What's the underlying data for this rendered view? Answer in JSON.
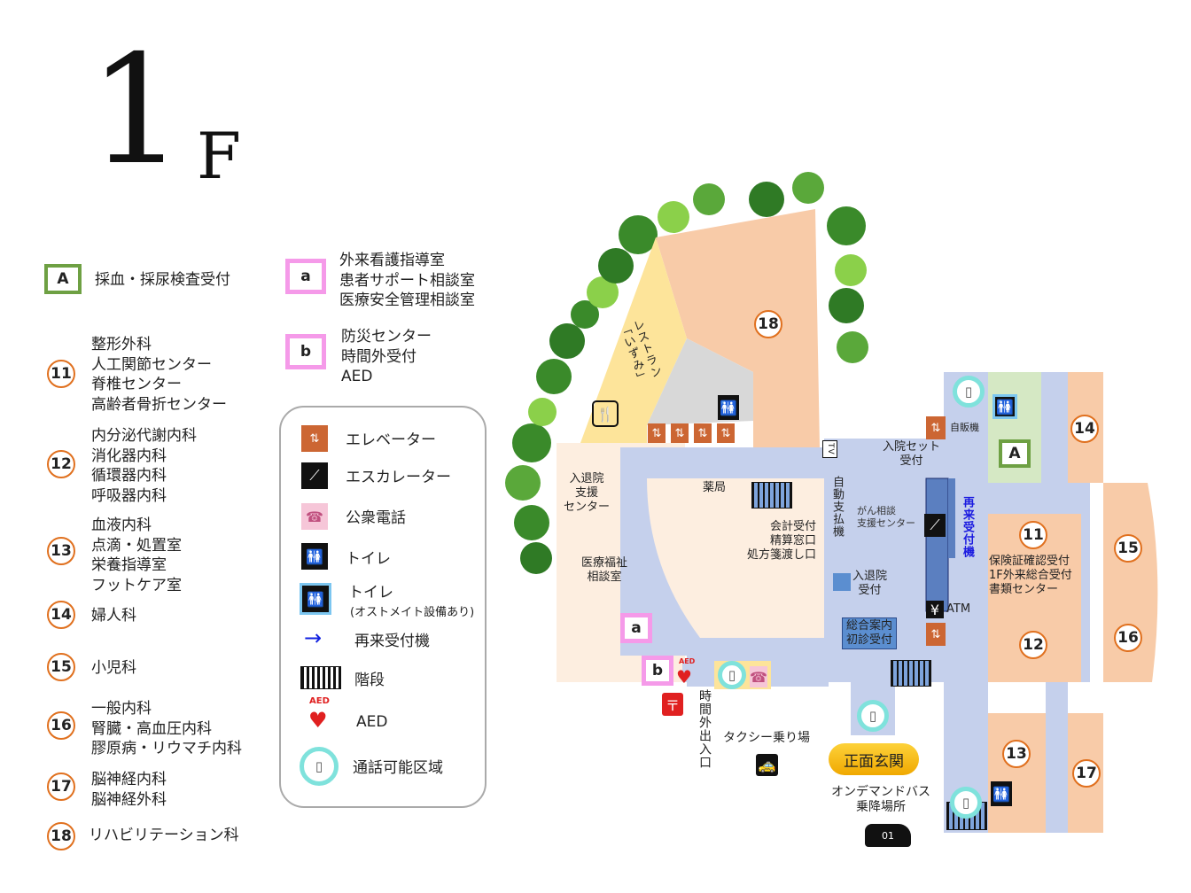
{
  "title": {
    "number": "1",
    "unit": "F"
  },
  "legend": {
    "letters": [
      {
        "badge": "A",
        "text": "採血・採尿検査受付"
      },
      {
        "badge": "a",
        "text": "外来看護指導室\n患者サポート相談室\n医療安全管理相談室"
      },
      {
        "badge": "b",
        "text": "防災センター\n時間外受付\nAED"
      }
    ],
    "departments": [
      {
        "num": "11",
        "text": "整形外科\n人工関節センター\n脊椎センター\n高齢者骨折センター"
      },
      {
        "num": "12",
        "text": "内分泌代謝内科\n消化器内科\n循環器内科\n呼吸器内科"
      },
      {
        "num": "13",
        "text": "血液内科\n点滴・処置室\n栄養指導室\nフットケア室"
      },
      {
        "num": "14",
        "text": "婦人科"
      },
      {
        "num": "15",
        "text": "小児科"
      },
      {
        "num": "16",
        "text": "一般内科\n腎臓・高血圧内科\n膠原病・リウマチ内科"
      },
      {
        "num": "17",
        "text": "脳神経内科\n脳神経外科"
      },
      {
        "num": "18",
        "text": "リハビリテーション科"
      }
    ],
    "symbols": [
      {
        "icon": "elevator-icon",
        "text": "エレベーター"
      },
      {
        "icon": "escalator-icon",
        "text": "エスカレーター"
      },
      {
        "icon": "public-phone-icon",
        "text": "公衆電話"
      },
      {
        "icon": "toilet-icon",
        "text": "トイレ"
      },
      {
        "icon": "toilet-ostomate-icon",
        "text": "トイレ",
        "sub": "(オストメイト設備あり)"
      },
      {
        "icon": "arrow-icon",
        "text": "再来受付機"
      },
      {
        "icon": "stairs-icon",
        "text": "階段"
      },
      {
        "icon": "aed-icon",
        "text": "AED",
        "icon_label": "AED"
      },
      {
        "icon": "cellphone-zone-icon",
        "text": "通話可能区域"
      }
    ]
  },
  "map": {
    "restaurant": "レストラン\n「いずみ」",
    "admission_support": "入退院\n支援\nセンター",
    "welfare": "医療福祉\n相談室",
    "pharmacy": "薬局",
    "cashier": "会計受付\n精算窓口\n処方箋渡し口",
    "auto_pay": "自動支払機",
    "tv": "TV",
    "admission_set": "入院セット\n受付",
    "vending": "自販機",
    "cancer_support": "がん相談\n支援センター",
    "revisit_machine": "再来受付機",
    "admission_desk": "入退院\n受付",
    "atm": "ATM",
    "info_desk": "総合案内\n初診受付",
    "insurance": "保険証確認受付\n1F外来総合受付\n書類センター",
    "after_hours_exit": "時間外出入口",
    "taxi": "タクシー乗り場",
    "main_entrance": "正面玄関",
    "bus": "オンデマンドバス\n乗降場所",
    "bus_number": "01",
    "aed_label": "AED",
    "rooms": {
      "r11": "11",
      "r12": "12",
      "r13": "13",
      "r14": "14",
      "r15": "15",
      "r16": "16",
      "r17": "17",
      "r18": "18",
      "A": "A",
      "a": "a",
      "b": "b"
    }
  },
  "colors": {
    "corridor": "#c5d0ec",
    "room": "#f8cba8",
    "light": "#fdeee0",
    "restaurant": "#fde49a",
    "blood": "#d5e8c4",
    "accent": "#e0701e"
  }
}
